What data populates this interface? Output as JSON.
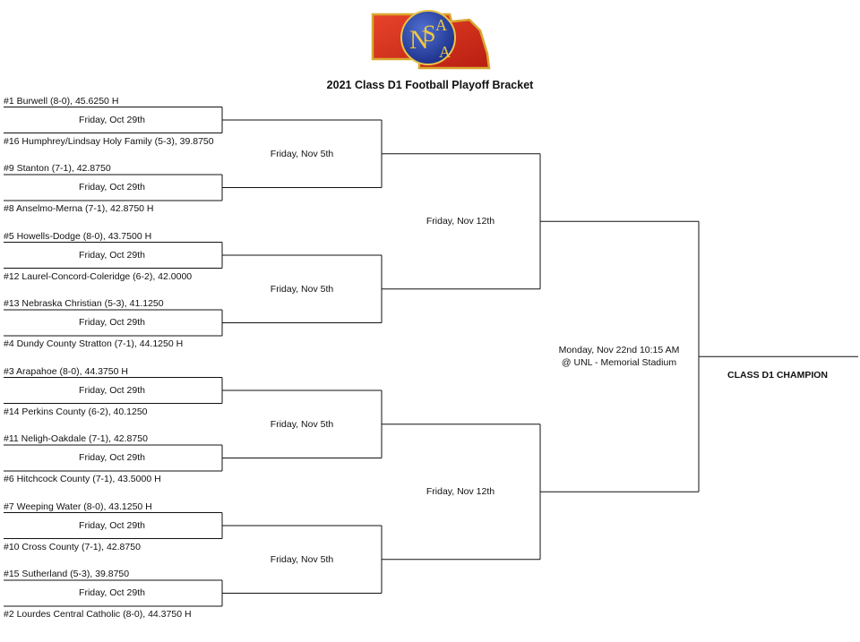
{
  "logo": {
    "text_n": "N",
    "text_s": "S",
    "text_a1": "A",
    "text_a2": "A"
  },
  "title": "2021 Class D1 Football Playoff Bracket",
  "round1": {
    "teams": [
      "#1 Burwell (8-0), 45.6250 H",
      "#16 Humphrey/Lindsay Holy Family (5-3), 39.8750",
      "#9 Stanton (7-1), 42.8750",
      "#8 Anselmo-Merna (7-1), 42.8750 H",
      "#5 Howells-Dodge (8-0), 43.7500 H",
      "#12 Laurel-Concord-Coleridge (6-2), 42.0000",
      "#13 Nebraska Christian (5-3), 41.1250",
      "#4 Dundy County Stratton (7-1), 44.1250 H",
      "#3 Arapahoe (8-0), 44.3750 H",
      "#14 Perkins County (6-2), 40.1250",
      "#11 Neligh-Oakdale (7-1), 42.8750",
      "#6 Hitchcock County (7-1), 43.5000 H",
      "#7 Weeping Water (8-0), 43.1250 H",
      "#10 Cross County (7-1), 42.8750",
      "#15 Sutherland (5-3), 39.8750",
      "#2 Lourdes Central Catholic (8-0), 44.3750 H"
    ],
    "dates": [
      "Friday, Oct 29th",
      "Friday, Oct 29th",
      "Friday, Oct 29th",
      "Friday, Oct 29th",
      "Friday, Oct 29th",
      "Friday, Oct 29th",
      "Friday, Oct 29th",
      "Friday, Oct 29th"
    ]
  },
  "round2": {
    "dates": [
      "Friday, Nov 5th",
      "Friday, Nov 5th",
      "Friday, Nov 5th",
      "Friday, Nov 5th"
    ]
  },
  "round3": {
    "dates": [
      "Friday, Nov 12th",
      "Friday, Nov 12th"
    ]
  },
  "final": {
    "date": "Monday, Nov 22nd 10:15 AM",
    "venue": "@ UNL - Memorial Stadium",
    "champion_label": "CLASS D1 CHAMPION"
  }
}
